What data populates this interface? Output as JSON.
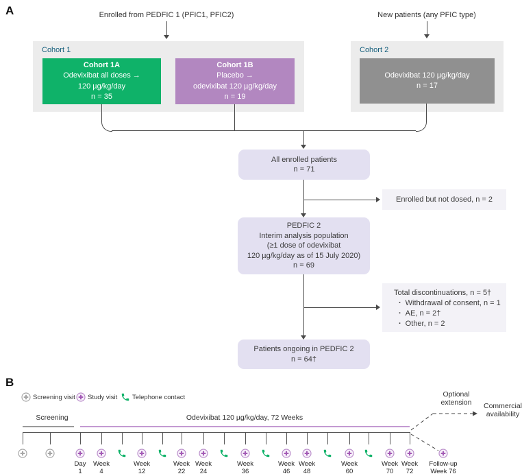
{
  "colors": {
    "green": "#0fb269",
    "purple": "#b287c0",
    "grayBox": "#909090",
    "container": "#ececec",
    "lavender": "#e3e0f1",
    "sidebox": "#f3f2f7",
    "teal": "#17607d",
    "line": "#4a4a4a",
    "iconPurple": "#a35ab5",
    "iconPurpleRing": "#bb8fcb",
    "iconGray": "#a6a6a6",
    "purpleLine": "#c49ad2",
    "grayLine": "#9a9a9a"
  },
  "panelA": {
    "label": "A",
    "left_source": "Enrolled from PEDFIC 1 (PFIC1, PFIC2)",
    "right_source": "New patients (any PFIC type)",
    "cohort1": {
      "label": "Cohort 1",
      "box_a": {
        "title": "Cohort 1A",
        "line1": "Odevixibat all doses →",
        "line2": "120 µg/kg/day",
        "line3": "n = 35"
      },
      "box_b": {
        "title": "Cohort 1B",
        "line1": "Placebo →",
        "line2": "odevixibat 120 µg/kg/day",
        "line3": "n = 19"
      }
    },
    "cohort2": {
      "label": "Cohort 2",
      "box": {
        "line1": "Odevixibat 120 µg/kg/day",
        "line2": "n = 17"
      }
    },
    "all_enrolled": {
      "line1": "All enrolled patients",
      "line2": "n = 71"
    },
    "not_dosed": "Enrolled but not dosed, n = 2",
    "pedfic2": {
      "line1": "PEDFIC 2",
      "line2": "Interim analysis population",
      "line3": "(≥1 dose of odevixibat",
      "line4": "120 µg/kg/day as of 15 July 2020)",
      "line5": "n = 69"
    },
    "discontinuations": {
      "title": "Total discontinuations, n = 5†",
      "items": [
        "Withdrawal of consent, n = 1",
        "AE, n = 2†",
        "Other, n = 2"
      ]
    },
    "ongoing": {
      "line1": "Patients ongoing in PEDFIC 2",
      "line2": "n = 64†"
    }
  },
  "panelB": {
    "label": "B",
    "legend": [
      {
        "icon": "screening",
        "label": "Screening visit"
      },
      {
        "icon": "study",
        "label": "Study visit"
      },
      {
        "icon": "phone",
        "label": "Telephone contact"
      }
    ],
    "screening_label": "Screening",
    "treatment_label": "Odevixibat 120 µg/kg/day, 72 Weeks",
    "events": [
      {
        "type": "screening"
      },
      {
        "type": "screening"
      },
      {
        "type": "study",
        "label": "Day",
        "sub": "1"
      },
      {
        "type": "study",
        "label": "Week",
        "sub": "4"
      },
      {
        "type": "phone"
      },
      {
        "type": "study",
        "label": "Week",
        "sub": "12"
      },
      {
        "type": "phone"
      },
      {
        "type": "study",
        "label": "Week",
        "sub": "22"
      },
      {
        "type": "study",
        "label": "Week",
        "sub": "24"
      },
      {
        "type": "phone"
      },
      {
        "type": "study",
        "label": "Week",
        "sub": "36"
      },
      {
        "type": "phone"
      },
      {
        "type": "study",
        "label": "Week",
        "sub": "46"
      },
      {
        "type": "study",
        "label": "Week",
        "sub": "48"
      },
      {
        "type": "phone"
      },
      {
        "type": "study",
        "label": "Week",
        "sub": "60"
      },
      {
        "type": "phone"
      },
      {
        "type": "study",
        "label": "Week",
        "sub": "70"
      },
      {
        "type": "study",
        "label": "Week",
        "sub": "72"
      }
    ],
    "followup": {
      "label": "Follow-up",
      "sub": "Week 76"
    },
    "optional_extension": {
      "line1": "Optional",
      "line2": "extension"
    },
    "commercial": {
      "line1": "Commercial",
      "line2": "availability"
    }
  }
}
